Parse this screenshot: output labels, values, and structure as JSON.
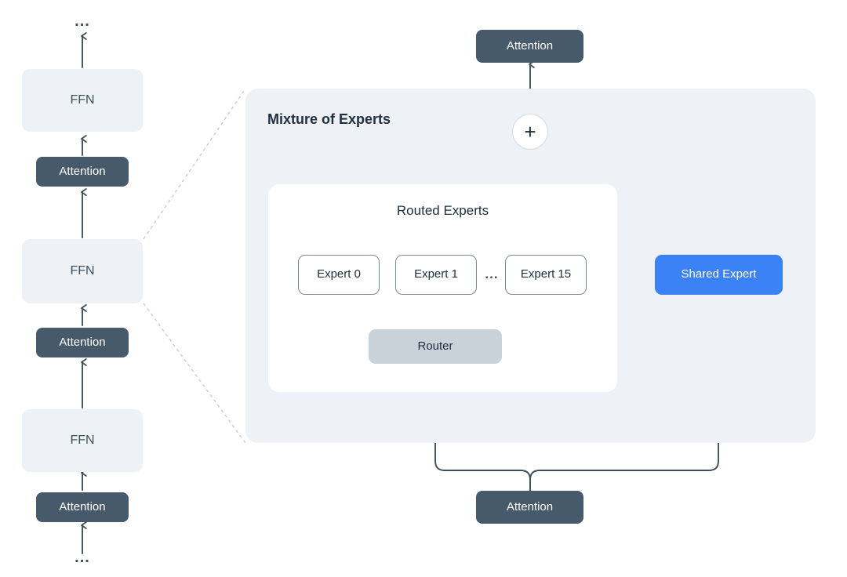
{
  "diagram": {
    "title": "Mixture of Experts architecture diagram",
    "colors": {
      "ffn_fill": "#eef2f6",
      "attention_fill": "#475a6b",
      "router_fill": "#c9d1d9",
      "shared_expert_fill": "#3b82f6",
      "panel_fill": "#eef2f6",
      "routed_panel_fill": "#ffffff",
      "stroke": "#3f4f5e",
      "text_dark": "#20303f",
      "text_light": "#ffffff",
      "dashed_stroke": "#c6ced6"
    }
  },
  "left_stack": {
    "name": "transformer-stack",
    "top_ellipsis": "...",
    "bottom_ellipsis": "...",
    "blocks": [
      {
        "label": "FFN",
        "type": "ffn"
      },
      {
        "label": "Attention",
        "type": "attention"
      },
      {
        "label": "FFN",
        "type": "ffn",
        "highlighted": true
      },
      {
        "label": "Attention",
        "type": "attention"
      },
      {
        "label": "FFN",
        "type": "ffn"
      },
      {
        "label": "Attention",
        "type": "attention"
      }
    ]
  },
  "moe": {
    "title": "Mixture of Experts",
    "output_attention_label": "Attention",
    "input_attention_label": "Attention",
    "combine_symbol": "+",
    "routed": {
      "title": "Routed Experts",
      "experts": [
        {
          "label": "Expert 0"
        },
        {
          "label": "Expert 1"
        },
        {
          "label": "Expert 15"
        }
      ],
      "ellipsis": "...",
      "router_label": "Router"
    },
    "shared_expert_label": "Shared Expert"
  }
}
